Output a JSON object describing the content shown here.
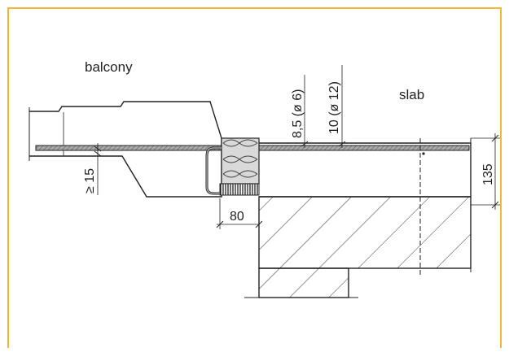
{
  "labels": {
    "balcony": "balcony",
    "slab": "slab"
  },
  "dimensions": {
    "bar_dia_1": "8,5 (ø 6)",
    "bar_dia_2": "10 (ø 12)",
    "min_depth": "≥ 15",
    "ledge_width": "80",
    "slab_thickness": "135"
  },
  "colors": {
    "border": "#f5b52e",
    "line": "#222222",
    "hatch": "#333333",
    "steel_fill": "#7a7a7a",
    "insulation_fill": "#d0d0d0"
  }
}
